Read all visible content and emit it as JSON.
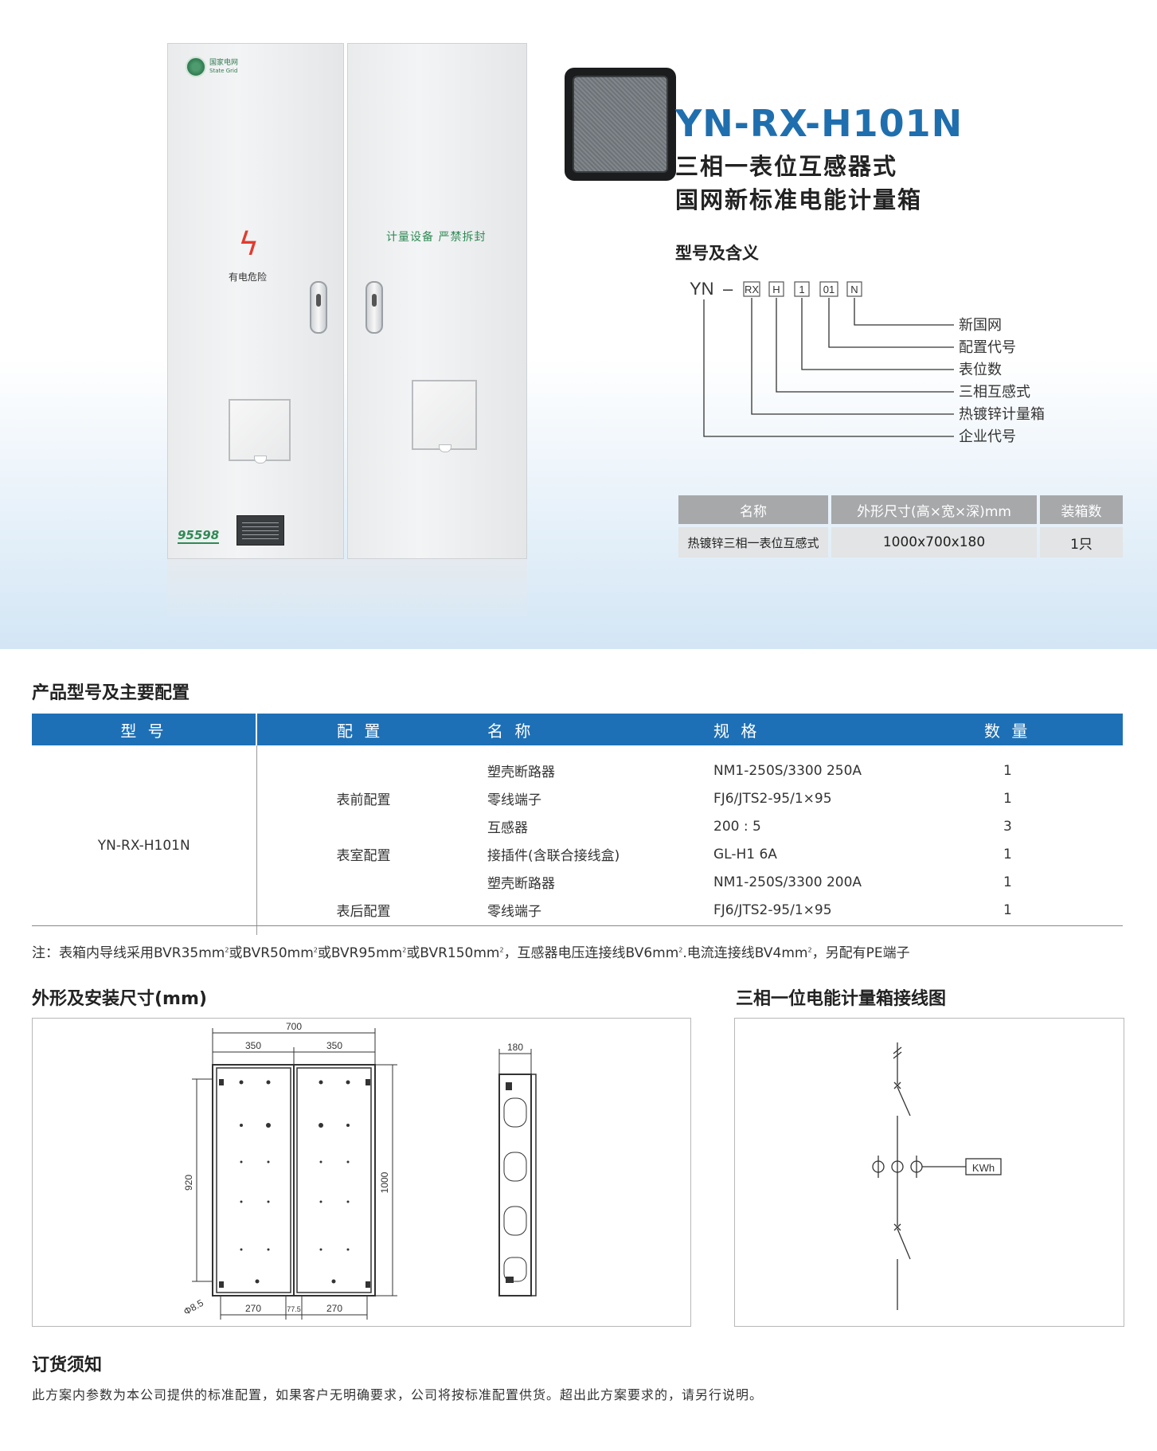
{
  "hero": {
    "cabinet": {
      "logo_text_cn": "国家电网",
      "logo_text_en": "State Grid",
      "danger_label": "有电危险",
      "measure_warning": "计量设备 严禁拆封",
      "hotline": "95598"
    },
    "model": "YN-RX-H101N",
    "subtitle_line1": "三相一表位互感器式",
    "subtitle_line2": "国网新标准电能计量箱",
    "meaning_title": "型号及含义",
    "code": {
      "prefix": "YN",
      "dash": "–",
      "segments": [
        "RX",
        "H",
        "1",
        "01",
        "N"
      ],
      "meanings": [
        "新国网",
        "配置代号",
        "表位数",
        "三相互感式",
        "热镀锌计量箱",
        "企业代号"
      ]
    },
    "spec_table": {
      "headers": [
        "名称",
        "外形尺寸(高×宽×深)mm",
        "装箱数"
      ],
      "row": [
        "热镀锌三相一表位互感式",
        "1000x700x180",
        "1只"
      ]
    }
  },
  "config": {
    "title": "产品型号及主要配置",
    "headers": [
      "型 号",
      "配 置",
      "名 称",
      "规 格",
      "数 量"
    ],
    "model": "YN-RX-H101N",
    "rows": [
      {
        "group": "",
        "name": "塑壳断路器",
        "spec": "NM1-250S/3300 250A",
        "qty": "1"
      },
      {
        "group": "表前配置",
        "name": "零线端子",
        "spec": "FJ6/JTS2-95/1×95",
        "qty": "1"
      },
      {
        "group": "",
        "name": "互感器",
        "spec": "200 : 5",
        "qty": "3"
      },
      {
        "group": "表室配置",
        "name": "接插件(含联合接线盒)",
        "spec": "GL-H1 6A",
        "qty": "1"
      },
      {
        "group": "",
        "name": "塑壳断路器",
        "spec": "NM1-250S/3300 200A",
        "qty": "1"
      },
      {
        "group": "表后配置",
        "name": "零线端子",
        "spec": "FJ6/JTS2-95/1×95",
        "qty": "1"
      }
    ],
    "note": {
      "label": "注：",
      "p1": "表箱内导线采用BVR35mm",
      "p2": "或BVR50mm",
      "p3": "或BVR95mm",
      "p4": "或BVR150mm",
      "p5": "，互感器电压连接线BV6mm",
      "p6": ".电流连接线BV4mm",
      "p7": "，另配有PE端子",
      "sup": "2"
    }
  },
  "dimensions": {
    "title": "外形及安装尺寸(mm)",
    "labels": {
      "width_total": "700",
      "width_half_left": "350",
      "width_half_right": "350",
      "height_inner": "920",
      "height_total": "1000",
      "bottom_left": "270",
      "bottom_mid": "77.5",
      "bottom_right": "270",
      "hole": "Φ8.5",
      "depth": "180"
    }
  },
  "wiring": {
    "title": "三相一位电能计量箱接线图",
    "meter_label": "KWh"
  },
  "order": {
    "title": "订货须知",
    "text": "此方案内参数为本公司提供的标准配置，如果客户无明确要求，公司将按标准配置供货。超出此方案要求的，请另行说明。"
  }
}
